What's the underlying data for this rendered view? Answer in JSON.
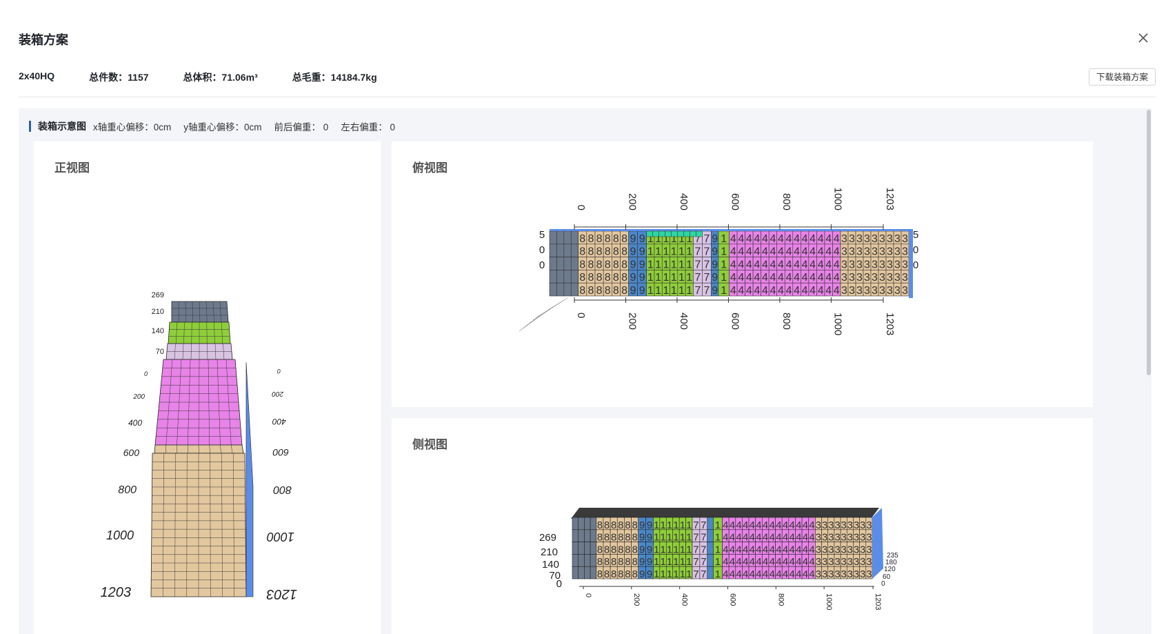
{
  "dialog": {
    "title": "装箱方案",
    "download_label": "下载装箱方案"
  },
  "summary": {
    "container": "2x40HQ",
    "total_pieces": "总件数：1157",
    "total_volume": "总体积：71.06m³",
    "total_weight": "总毛重：14184.7kg"
  },
  "panel": {
    "title": "装箱示意图",
    "x_offset": "x轴重心偏移：0cm",
    "y_offset": "y轴重心偏移：0cm",
    "front_back": "前后偏重： 0",
    "left_right": "左右偏重： 0"
  },
  "views": {
    "front": {
      "title": "正视图",
      "length_ticks": [
        "0",
        "200",
        "400",
        "600",
        "800",
        "1000",
        "1203"
      ],
      "height_ticks": [
        "0",
        "70",
        "140",
        "210",
        "269"
      ]
    },
    "top": {
      "title": "俯视图",
      "length_ticks": [
        "0",
        "200",
        "400",
        "600",
        "800",
        "1000",
        "1203"
      ],
      "width_ticks": [
        "0",
        "0",
        "5"
      ]
    },
    "side": {
      "title": "侧视图",
      "length_ticks": [
        "0",
        "200",
        "400",
        "600",
        "800",
        "1000",
        "1203"
      ],
      "height_ticks": [
        "0",
        "70",
        "140",
        "210",
        "269"
      ],
      "width_ticks": [
        "0",
        "60",
        "120",
        "180",
        "235"
      ]
    }
  },
  "colors": {
    "accent": "#2c5faa",
    "dark_gray": "#6d7a8c",
    "tan": "#e3c79f",
    "blue": "#4a86c8",
    "green": "#8fce3a",
    "lilac": "#d9c3e3",
    "magenta": "#e883e8",
    "teal": "#2fd6a0",
    "edge": "#5b8de8"
  },
  "segments": [
    {
      "label": "",
      "color": "#6d7a8c",
      "from": 0,
      "to": 8
    },
    {
      "label": "8",
      "color": "#e3c79f",
      "from": 8,
      "to": 22
    },
    {
      "label": "9",
      "color": "#4a86c8",
      "from": 22,
      "to": 27
    },
    {
      "label": "1",
      "color": "#8fce3a",
      "from": 27,
      "to": 40
    },
    {
      "label": "7",
      "color": "#d9c3e3",
      "from": 40,
      "to": 45
    },
    {
      "label": "9",
      "color": "#4a86c8",
      "from": 45,
      "to": 47
    },
    {
      "label": "1",
      "color": "#8fce3a",
      "from": 47,
      "to": 50
    },
    {
      "label": "4",
      "color": "#e883e8",
      "from": 50,
      "to": 81
    },
    {
      "label": "3",
      "color": "#e3c79f",
      "from": 81,
      "to": 100
    }
  ]
}
